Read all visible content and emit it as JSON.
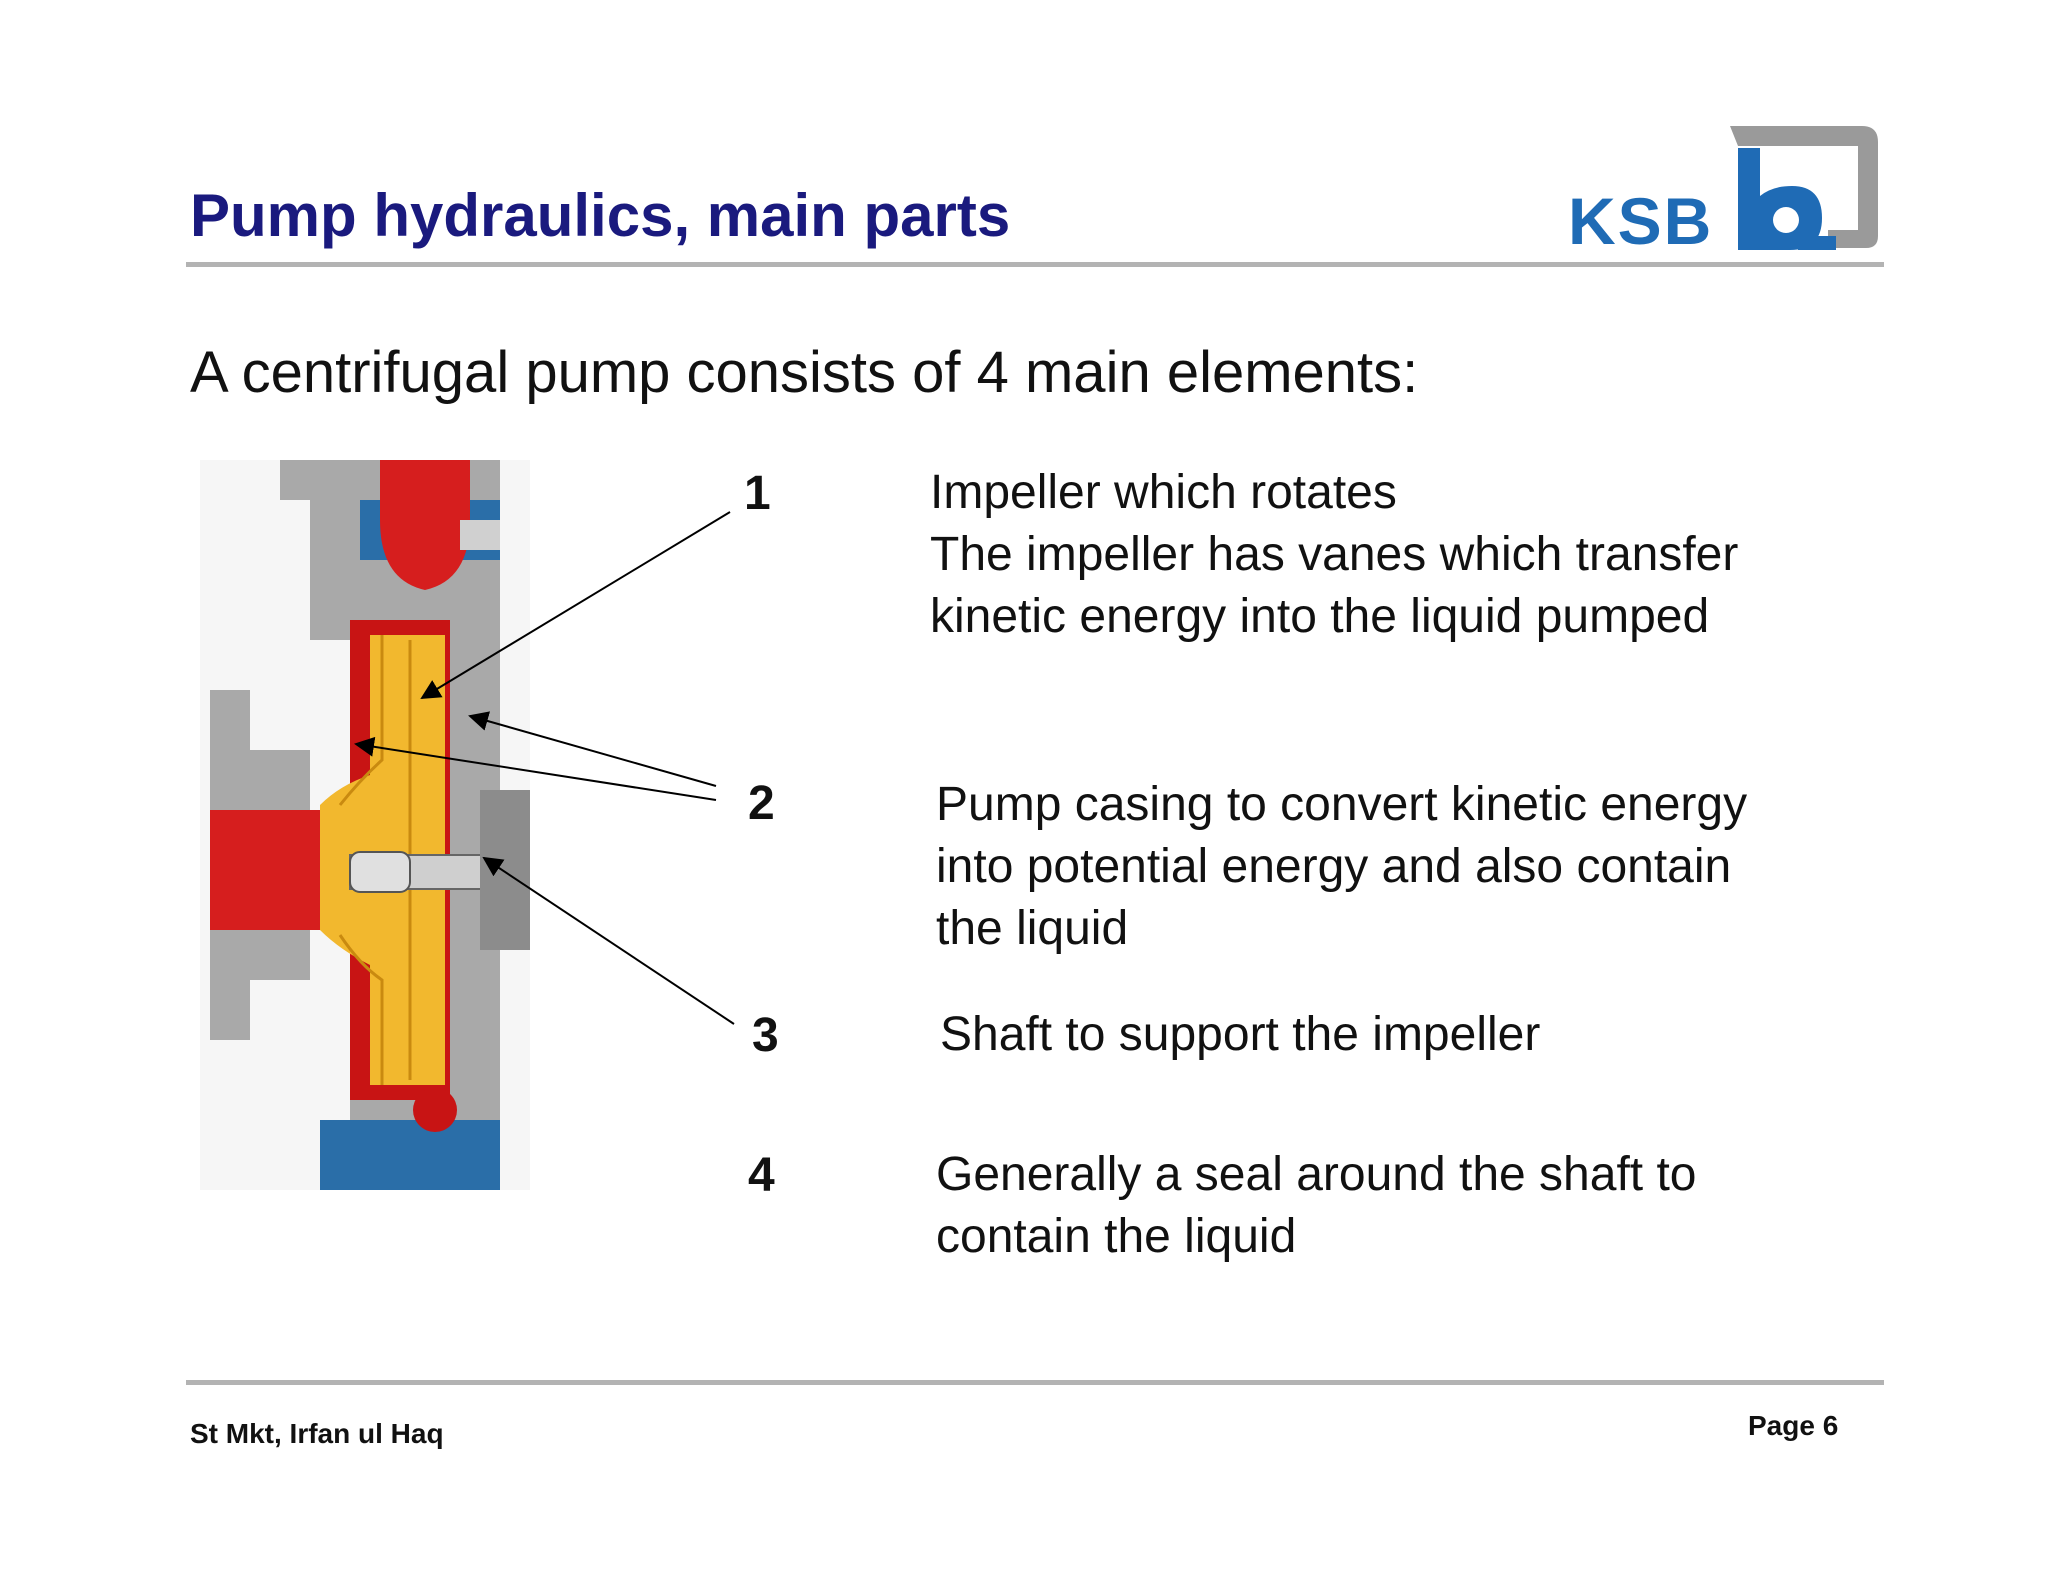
{
  "slide": {
    "title": "Pump hydraulics, main parts",
    "subtitle": "A centrifugal pump consists of 4 main elements:",
    "logo_text": "KSB",
    "brand_color": "#1a1a7e",
    "logo_blue": "#1f6bb5",
    "logo_grey": "#9a9a9a"
  },
  "items": [
    {
      "number": "1",
      "lines": [
        "Impeller which rotates",
        "The impeller has vanes which transfer",
        "kinetic energy into the liquid pumped"
      ]
    },
    {
      "number": "2",
      "lines": [
        "Pump casing to convert kinetic energy",
        "into potential energy and also contain",
        "the liquid"
      ]
    },
    {
      "number": "3",
      "lines": [
        "Shaft to support the impeller"
      ]
    },
    {
      "number": "4",
      "lines": [
        "Generally a seal around the shaft to",
        "contain the liquid"
      ]
    }
  ],
  "footer": {
    "author": "St Mkt, Irfan ul Haq",
    "page": "Page 6"
  }
}
